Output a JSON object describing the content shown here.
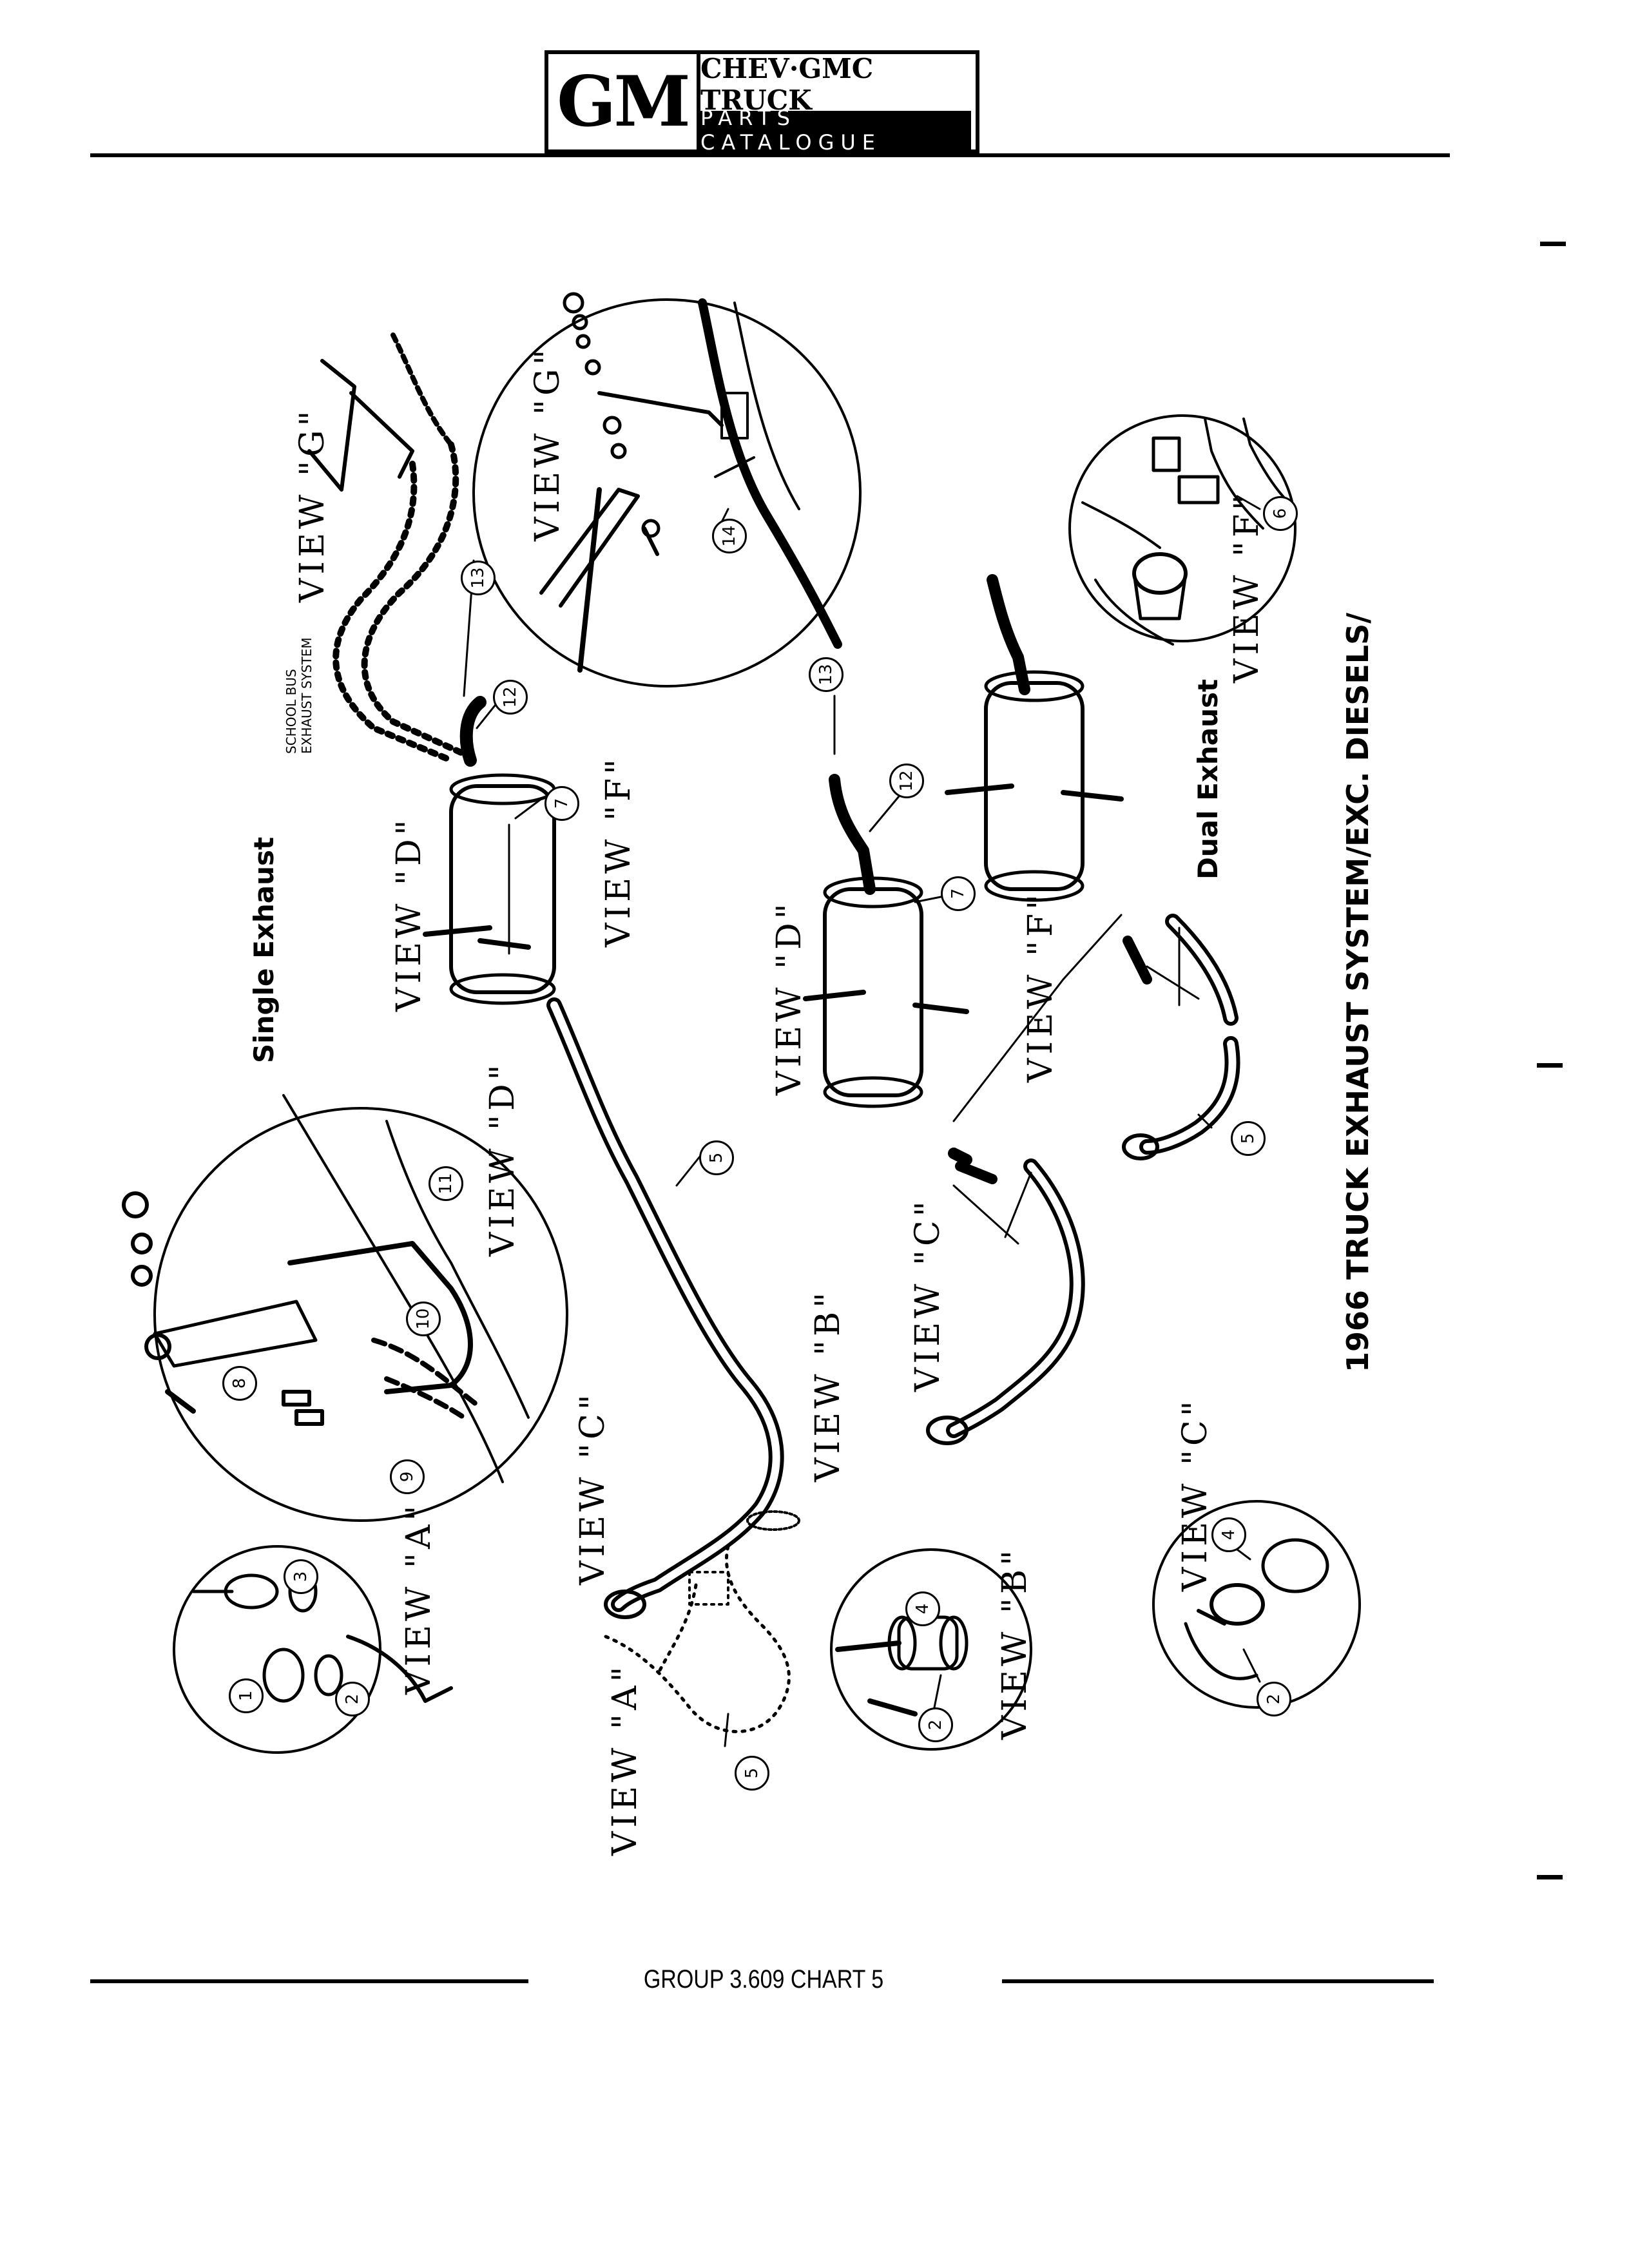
{
  "header": {
    "logo": "GM",
    "line1": "CHEV·GMC TRUCK",
    "line2": "PARTS CATALOGUE"
  },
  "title": "1966 TRUCK EXHAUST SYSTEM/EXC. DIESELS/",
  "subtitles": {
    "single": "Single Exhaust",
    "dual": "Dual Exhaust",
    "school_bus": [
      "SCHOOL BUS",
      "EXHAUST SYSTEM"
    ]
  },
  "views": {
    "a": "VIEW \"A\"",
    "b": "VIEW \"B\"",
    "c": "VIEW \"C\"",
    "d": "VIEW \"D\"",
    "f": "VIEW \"F\"",
    "g": "VIEW \"G\""
  },
  "callouts": {
    "n1": "1",
    "n2": "2",
    "n3": "3",
    "n4": "4",
    "n5": "5",
    "n6": "6",
    "n7": "7",
    "n8": "8",
    "n9": "9",
    "n10": "10",
    "n11": "11",
    "n12": "12",
    "n13": "13",
    "n14": "14"
  },
  "footer": "GROUP 3.609 CHART 5"
}
